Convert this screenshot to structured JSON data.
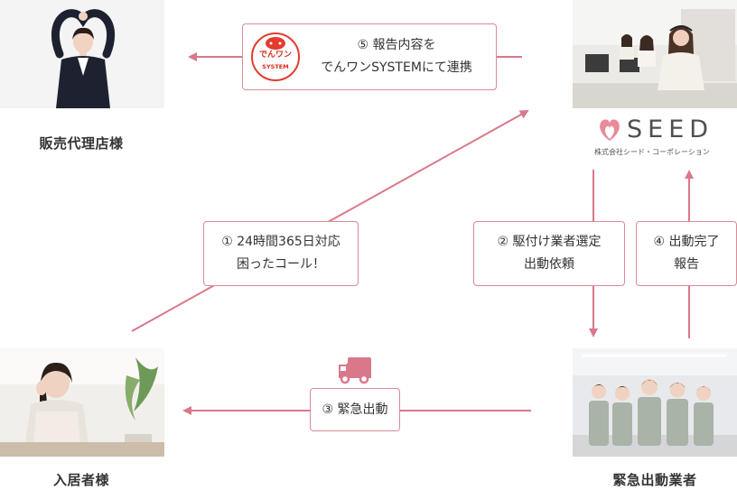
{
  "nodes": {
    "agency": {
      "label": "販売代理店様"
    },
    "resident": {
      "label": "入居者様"
    },
    "contractor": {
      "label": "緊急出動業者"
    }
  },
  "seed_logo": {
    "wordmark": "SEED",
    "company": "株式会社シード・コーポレーション",
    "icon": "heart-flower-icon"
  },
  "steps": {
    "step1": {
      "line1": "① 24時間365日対応",
      "line2": "困ったコール！"
    },
    "step2": {
      "line1": "② 駆付け業者選定",
      "line2": "出動依頼"
    },
    "step3": {
      "line1": "③ 緊急出動"
    },
    "step4": {
      "line1": "④ 出動完了",
      "line2": "報告"
    },
    "step5": {
      "line1": "⑤ 報告内容を",
      "line2": "でんワンSYSTEMにて連携"
    }
  },
  "badge": {
    "top": "でんワン",
    "bottom": "SYSTEM"
  },
  "icons": {
    "truck": "truck-icon"
  },
  "colors": {
    "accent": "#d98b96",
    "arrow": "#d9788a",
    "badge_red": "#e33b2e"
  }
}
